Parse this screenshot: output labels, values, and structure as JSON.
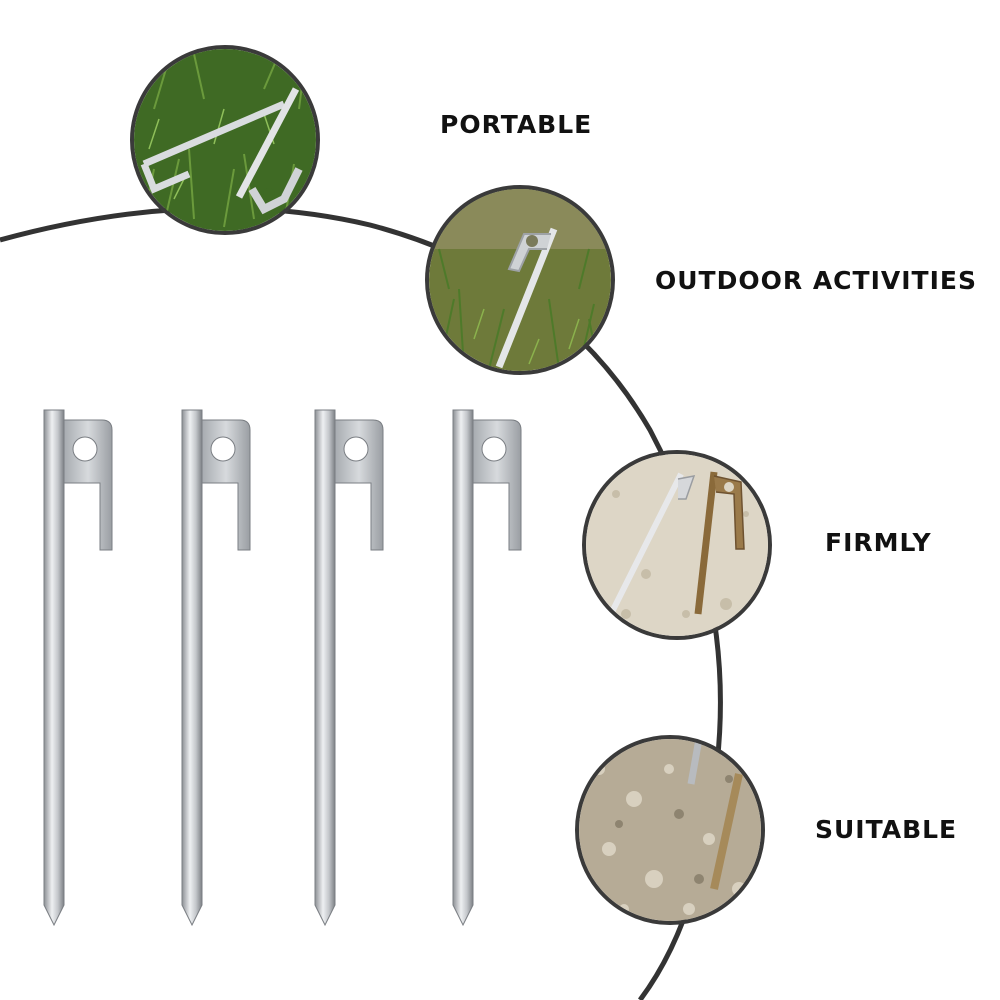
{
  "features": [
    {
      "label": "PORTABLE"
    },
    {
      "label": "OUTDOOR ACTIVITIES"
    },
    {
      "label": "FIRMLY"
    },
    {
      "label": "SUITABLE"
    }
  ],
  "stakes": {
    "count": 4,
    "material": "silver-metal"
  },
  "colors": {
    "arc": "#333333",
    "text": "#111111",
    "grass": "#4f7a2e",
    "soil": "#b8ad98",
    "stake": "#c9cccf"
  },
  "icons": [
    "tent-stake-icon",
    "grass-photo",
    "soil-photo"
  ]
}
